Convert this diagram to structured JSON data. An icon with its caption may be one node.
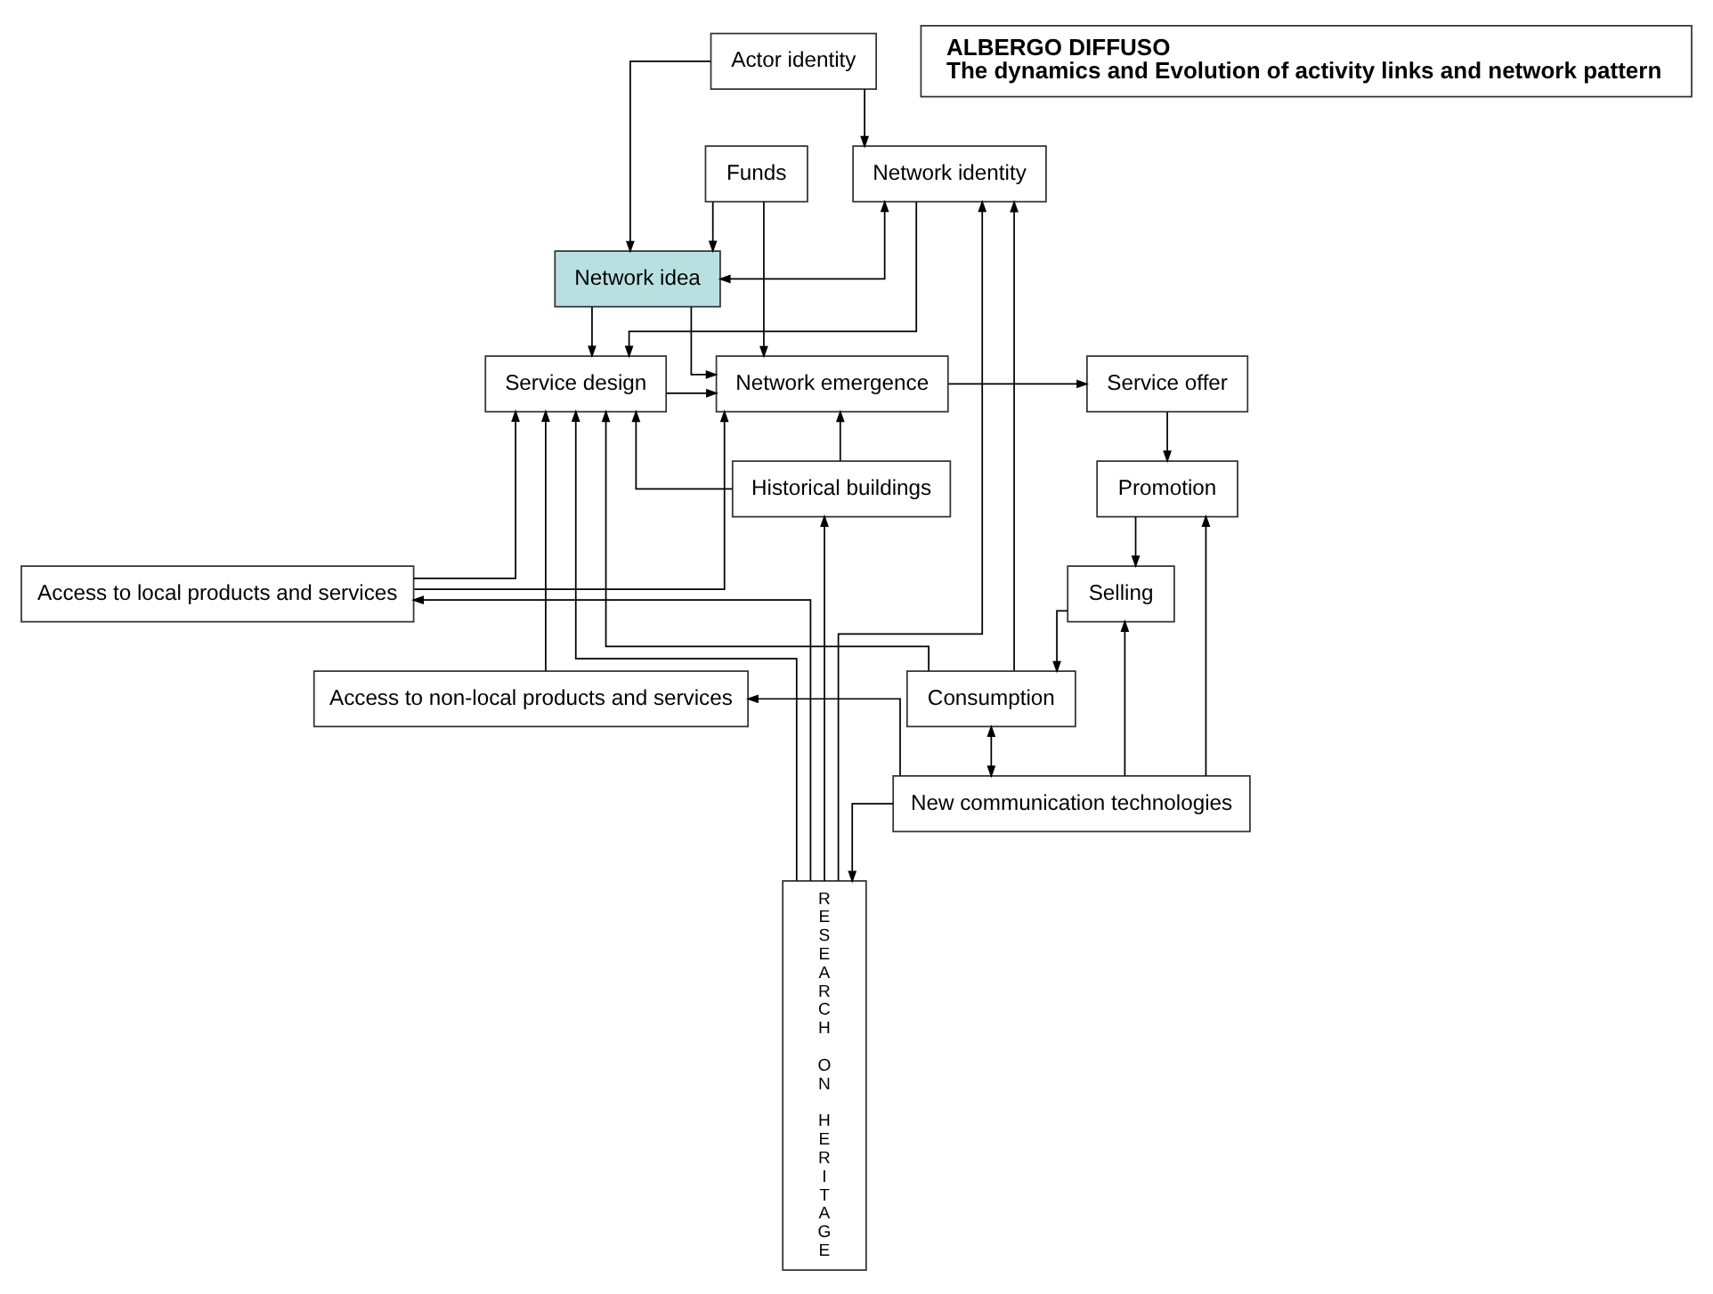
{
  "diagram": {
    "nodes": [
      {
        "text": [
          "Actor identity"
        ]
      },
      {
        "text": [
          "ALBERGO DIFFUSO",
          "The dynamics and Evolution of activity links and network pattern"
        ]
      },
      {
        "text": [
          "Network identity"
        ]
      },
      {
        "text": [
          "Funds"
        ]
      },
      {
        "text": [
          "Network idea"
        ]
      },
      {
        "text": [
          "Service design"
        ]
      },
      {
        "text": [
          "Network emergence"
        ]
      },
      {
        "text": [
          "Service offer"
        ]
      },
      {
        "text": [
          "RESEARCH ON HERITAGE"
        ]
      },
      {
        "text": [
          "Historical buildings"
        ]
      },
      {
        "text": [
          "Promotion"
        ]
      },
      {
        "text": [
          "Access to local products and services"
        ]
      },
      {
        "text": [
          "Selling"
        ]
      },
      {
        "text": [
          "Consumption"
        ]
      },
      {
        "text": [
          "Access to non-local products and services"
        ]
      },
      {
        "text": [
          "New communication technologies"
        ]
      }
    ],
    "edges": [
      {
        "from": 0,
        "to": 2,
        "arrow": "to"
      },
      {
        "from": 0,
        "to": 4,
        "arrow": "to"
      },
      {
        "from": 3,
        "to": 4,
        "arrow": "to"
      },
      {
        "from": 2,
        "to": 4,
        "arrow": "both"
      },
      {
        "from": 2,
        "to": 5,
        "arrow": "to"
      },
      {
        "from": 4,
        "to": 5,
        "arrow": "to"
      },
      {
        "from": 4,
        "to": 6,
        "arrow": "to"
      },
      {
        "from": 3,
        "to": 6,
        "arrow": "to"
      },
      {
        "from": 5,
        "to": 6,
        "arrow": "to"
      },
      {
        "from": 6,
        "to": 7,
        "arrow": "to"
      },
      {
        "from": 7,
        "to": 10,
        "arrow": "to"
      },
      {
        "from": 10,
        "to": 12,
        "arrow": "to"
      },
      {
        "from": 12,
        "to": 13,
        "arrow": "to"
      },
      {
        "from": 8,
        "to": 2,
        "arrow": "to"
      },
      {
        "from": 8,
        "to": 5,
        "arrow": "to"
      },
      {
        "from": 8,
        "to": 9,
        "arrow": "to"
      },
      {
        "from": 8,
        "to": 11,
        "arrow": "to"
      },
      {
        "from": 13,
        "to": 2,
        "arrow": "to"
      },
      {
        "from": 13,
        "to": 5,
        "arrow": "to"
      },
      {
        "from": 9,
        "to": 5,
        "arrow": "to"
      },
      {
        "from": 9,
        "to": 6,
        "arrow": "to"
      },
      {
        "from": 11,
        "to": 6,
        "arrow": "to"
      },
      {
        "from": 11,
        "to": 5,
        "arrow": "to"
      },
      {
        "from": 14,
        "to": 5,
        "arrow": "to"
      },
      {
        "from": 15,
        "to": 14,
        "arrow": "to"
      },
      {
        "from": 15,
        "to": 8,
        "arrow": "to"
      },
      {
        "from": 15,
        "to": 10,
        "arrow": "to"
      },
      {
        "from": 15,
        "to": 12,
        "arrow": "to"
      },
      {
        "from": 13,
        "to": 15,
        "arrow": "both"
      }
    ]
  }
}
